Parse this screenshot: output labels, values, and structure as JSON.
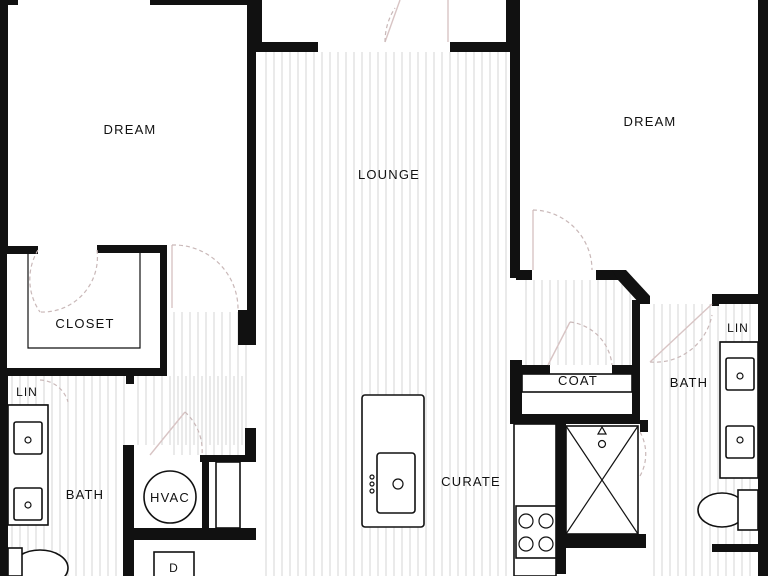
{
  "rooms": {
    "bedroom_left": "DREAM",
    "bedroom_right": "DREAM",
    "living": "LOUNGE",
    "closet": "CLOSET",
    "linen_left": "LIN",
    "linen_right": "LIN",
    "bath_left": "BATH",
    "bath_right": "BATH",
    "hvac": "HVAC",
    "coat": "COAT",
    "kitchen": "CURATE",
    "small_label": "D"
  },
  "colors": {
    "wall": "#111111",
    "floor_lines": "#d6d6d6",
    "door_swing": "#c9b8b8",
    "background": "#ffffff"
  }
}
